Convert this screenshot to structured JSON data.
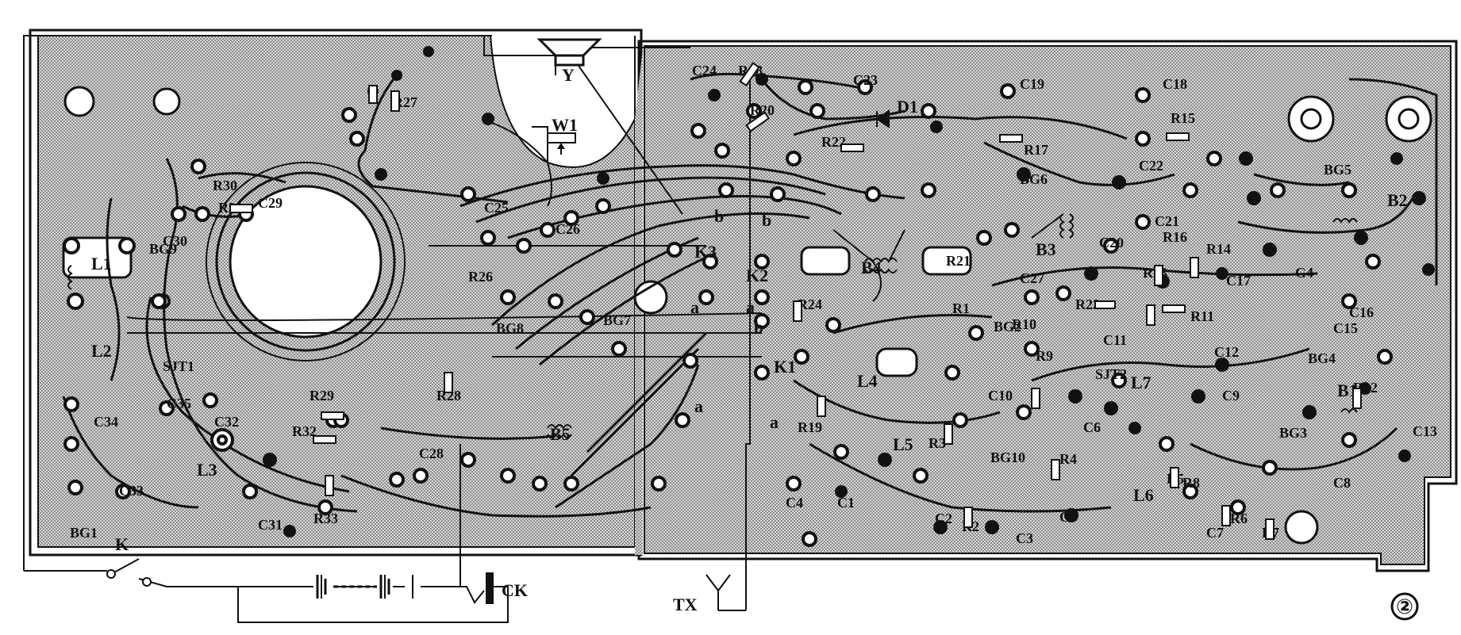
{
  "figure_number": "②",
  "labels": {
    "speaker": "Y",
    "switch": "K",
    "jack": "CK",
    "antenna": "TX",
    "contacts": [
      "K3",
      "K2",
      "K1",
      "a",
      "b",
      "a",
      "b",
      "b",
      "a",
      "a"
    ],
    "coils": [
      "L1",
      "L2",
      "L3",
      "L4",
      "L5",
      "L6",
      "L7"
    ],
    "transistors": [
      "BG1",
      "BG2",
      "BG3",
      "BG4",
      "BG5",
      "BG6",
      "BG7",
      "BG8",
      "BG9",
      "BG10"
    ],
    "transformers": [
      "B1",
      "B2",
      "B3",
      "B4",
      "B5"
    ],
    "resistors": [
      "R1",
      "R2",
      "R3",
      "R4",
      "R5",
      "R6",
      "R7",
      "R8",
      "R9",
      "R10",
      "R11",
      "R12",
      "R13",
      "R14",
      "R15",
      "R16",
      "R17",
      "R18",
      "R19",
      "R20",
      "R21",
      "R22",
      "R23",
      "R24",
      "R26",
      "R27",
      "R28",
      "R29",
      "R30",
      "R31",
      "R32",
      "R33"
    ],
    "capacitors": [
      "C1",
      "C2",
      "C3",
      "C4",
      "C5",
      "C6",
      "C7",
      "C8",
      "C9",
      "C10",
      "C11",
      "C12",
      "C13",
      "C15",
      "C16",
      "C17",
      "C18",
      "C19",
      "C20",
      "C21",
      "C22",
      "C23",
      "C24",
      "C25",
      "C26",
      "C27",
      "C28",
      "C29",
      "C30",
      "C31",
      "C32",
      "C33",
      "C34",
      "C35"
    ],
    "other": [
      "W1",
      "D1",
      "SJT1",
      "SJT2",
      "G4"
    ]
  },
  "colors": {
    "board": "#bdbdbd",
    "ink": "#111111",
    "paper": "#ffffff"
  }
}
